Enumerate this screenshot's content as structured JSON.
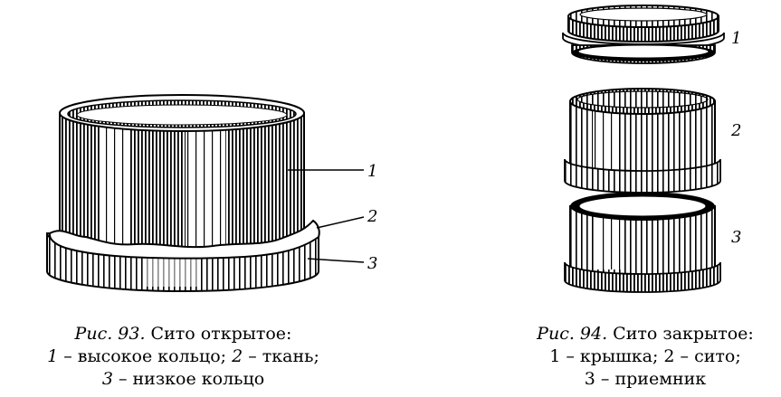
{
  "figures": [
    {
      "caption": {
        "fig_ref": "Рис. 93.",
        "title": " Сито открытое:",
        "line2_parts": [
          {
            "text": "1",
            "italic": true
          },
          {
            "text": " – высокое кольцо; ",
            "italic": false
          },
          {
            "text": "2",
            "italic": true
          },
          {
            "text": " – ткань;",
            "italic": false
          }
        ],
        "line3_parts": [
          {
            "text": "3",
            "italic": true
          },
          {
            "text": " – низкое кольцо",
            "italic": false
          }
        ]
      },
      "callouts": [
        "1",
        "2",
        "3"
      ]
    },
    {
      "caption": {
        "fig_ref": "Рис. 94.",
        "title": " Сито закрытое:",
        "line2_parts": [
          {
            "text": "1 – крышка; 2 – сито;",
            "italic": false
          }
        ],
        "line3_parts": [
          {
            "text": "3 – приемник",
            "italic": false
          }
        ]
      },
      "callouts": [
        "1",
        "2",
        "3"
      ]
    }
  ],
  "colors": {
    "ink": "#000000",
    "paper": "#ffffff"
  }
}
